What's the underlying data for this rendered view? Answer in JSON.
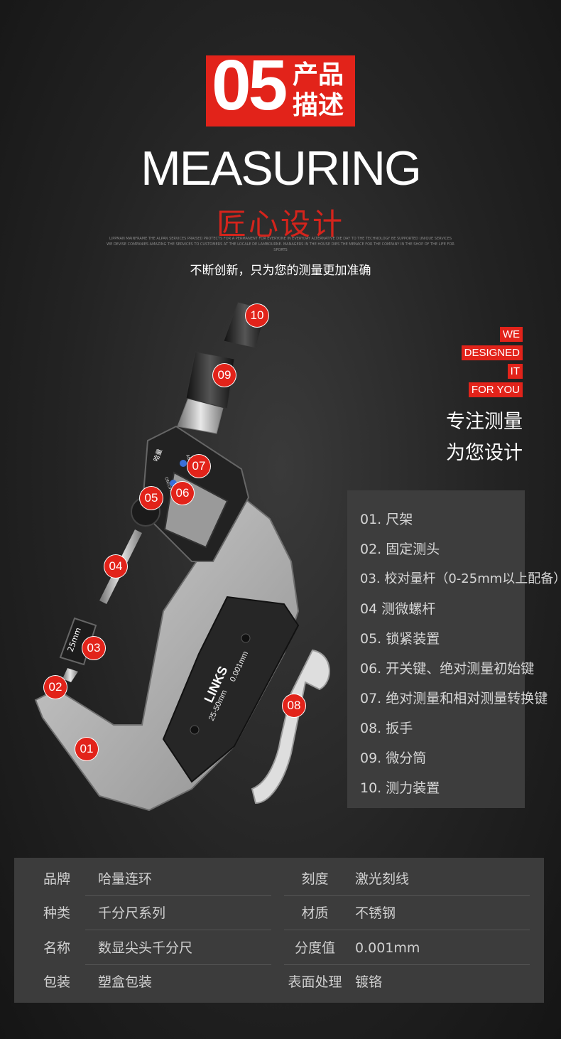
{
  "header": {
    "number": "05",
    "label_line1": "产品",
    "label_line2": "描述",
    "title": "MEASURING",
    "subtitle": "匠心设计",
    "fine_print": "LIPPMAN MAINFRAME THE ALPAN SERVICES PRAISED PROTECTS FOR A PERMANENT FOR EVERYONE IN EVERYDAY ALTERNATIVE DIE DAY TO THE TECHNOLOGY BE SUPPORTED UNIQUE SERVICES WE DEVISE COMPANIES AMAZING THE SERVICES TO CUSTOMERS AT THE LOCALE DE LAMBOURNE. MANAGERS IN THE HOUSE DIES THE MENACE FOR THE COMPANY IN THE SHOP OF THE LIFE FOR SPORTS",
    "slogan": "不断创新，只为您的测量更加准确"
  },
  "tags": [
    "WE",
    "DESIGNED",
    "IT",
    "FOR YOU"
  ],
  "focus": {
    "line1": "专注测量",
    "line2": "为您设计"
  },
  "parts": [
    "01. 尺架",
    "02. 固定测头",
    "03. 校对量杆（0-25mm以上配备）",
    "04  测微螺杆",
    "05. 锁紧装置",
    "06. 开关键、绝对测量初始键",
    "07. 绝对测量和相对测量转换键",
    "08. 扳手",
    "09. 微分筒",
    "10. 测力装置"
  ],
  "callouts": [
    "01",
    "02",
    "03",
    "04",
    "05",
    "06",
    "07",
    "08",
    "09",
    "10"
  ],
  "product": {
    "brand_mark": "LINKS",
    "range_text": "25-50mm",
    "resolution_text": "0.001mm",
    "standard_text": "25mm",
    "logo_text": "哈量",
    "abs_text": "ABS/INC",
    "on_off_text": "ON/OFF"
  },
  "specs": [
    {
      "k1": "品牌",
      "v1": "哈量连环",
      "k2": "刻度",
      "v2": "激光刻线"
    },
    {
      "k1": "种类",
      "v1": "千分尺系列",
      "k2": "材质",
      "v2": "不锈钢"
    },
    {
      "k1": "名称",
      "v1": "数显尖头千分尺",
      "k2": "分度值",
      "v2": "0.001mm"
    },
    {
      "k1": "包装",
      "v1": "塑盒包装",
      "k2": "表面处理",
      "v2": "镀铬"
    }
  ],
  "colors": {
    "accent": "#e2231a",
    "panel": "#3d3d3d",
    "frame": "#b9b9b9"
  }
}
